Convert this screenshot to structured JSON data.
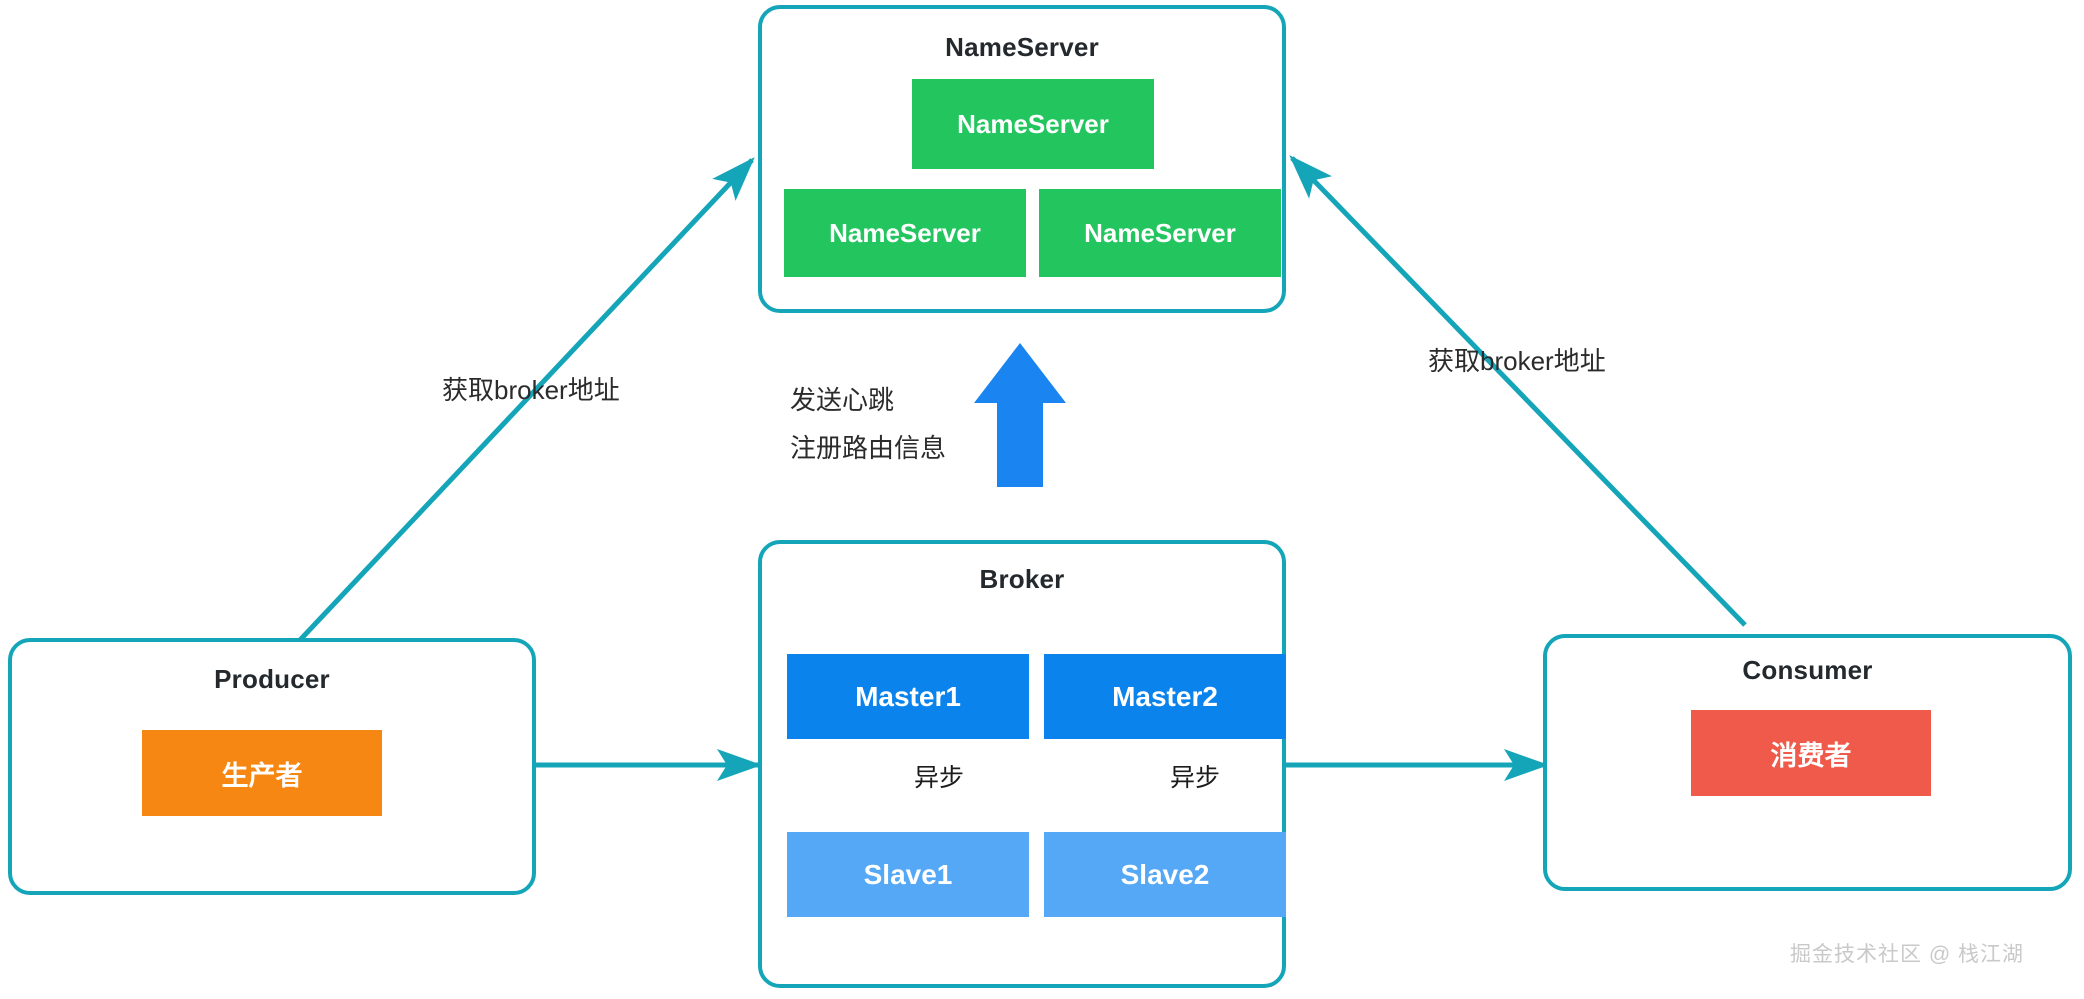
{
  "diagram": {
    "title": "RocketMQ architecture",
    "colors": {
      "connector": "#15a5b8",
      "nameserver_box": "#22c55e",
      "master_box": "#0a84ec",
      "slave_box": "#55a8f5",
      "producer_box": "#f68712",
      "consumer_box": "#f05a4a",
      "heartbeat_arrow": "#1a85f0",
      "group_border": "#15a5b8",
      "background": "#ffffff",
      "watermark": "#c9c9c9"
    },
    "groups": {
      "nameserver": {
        "title": "NameServer",
        "nodes": [
          {
            "label": "NameServer"
          },
          {
            "label": "NameServer"
          },
          {
            "label": "NameServer"
          }
        ]
      },
      "broker": {
        "title": "Broker",
        "masters": [
          {
            "label": "Master1"
          },
          {
            "label": "Master2"
          }
        ],
        "slaves": [
          {
            "label": "Slave1"
          },
          {
            "label": "Slave2"
          }
        ],
        "replication_labels": [
          {
            "label": "异步"
          },
          {
            "label": "异步"
          }
        ]
      },
      "producer": {
        "title": "Producer",
        "node": {
          "label": "生产者"
        }
      },
      "consumer": {
        "title": "Consumer",
        "node": {
          "label": "消费者"
        }
      }
    },
    "edge_labels": {
      "producer_to_nameserver": "获取broker地址",
      "consumer_to_nameserver": "获取broker地址",
      "broker_to_nameserver_line1": "发送心跳",
      "broker_to_nameserver_line2": "注册路由信息"
    },
    "watermark": "掘金技术社区 @ 栈江湖"
  }
}
